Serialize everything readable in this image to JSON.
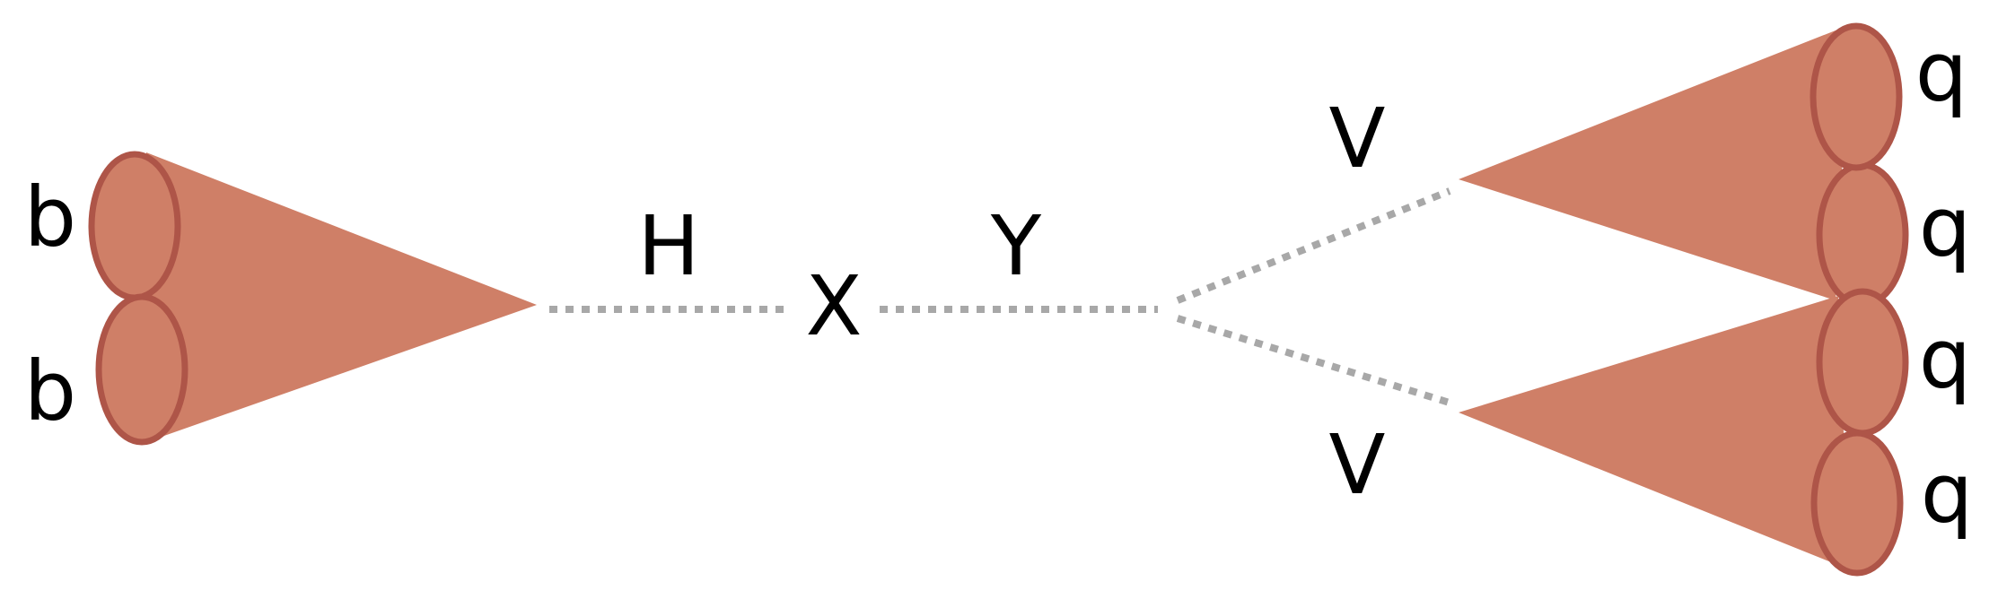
{
  "diagram": {
    "colors": {
      "cone_fill": "#CF7F67",
      "cone_outline": "#AE5548",
      "propagator": "#A8A8A8",
      "text": "#000000"
    },
    "particles": {
      "x": "X",
      "h": "H",
      "y": "Y",
      "v_top": "V",
      "v_bottom": "V"
    },
    "jets": {
      "b_top": "b",
      "b_bottom": "b",
      "q1": "q",
      "q2": "q",
      "q3": "q",
      "q4": "q"
    }
  }
}
